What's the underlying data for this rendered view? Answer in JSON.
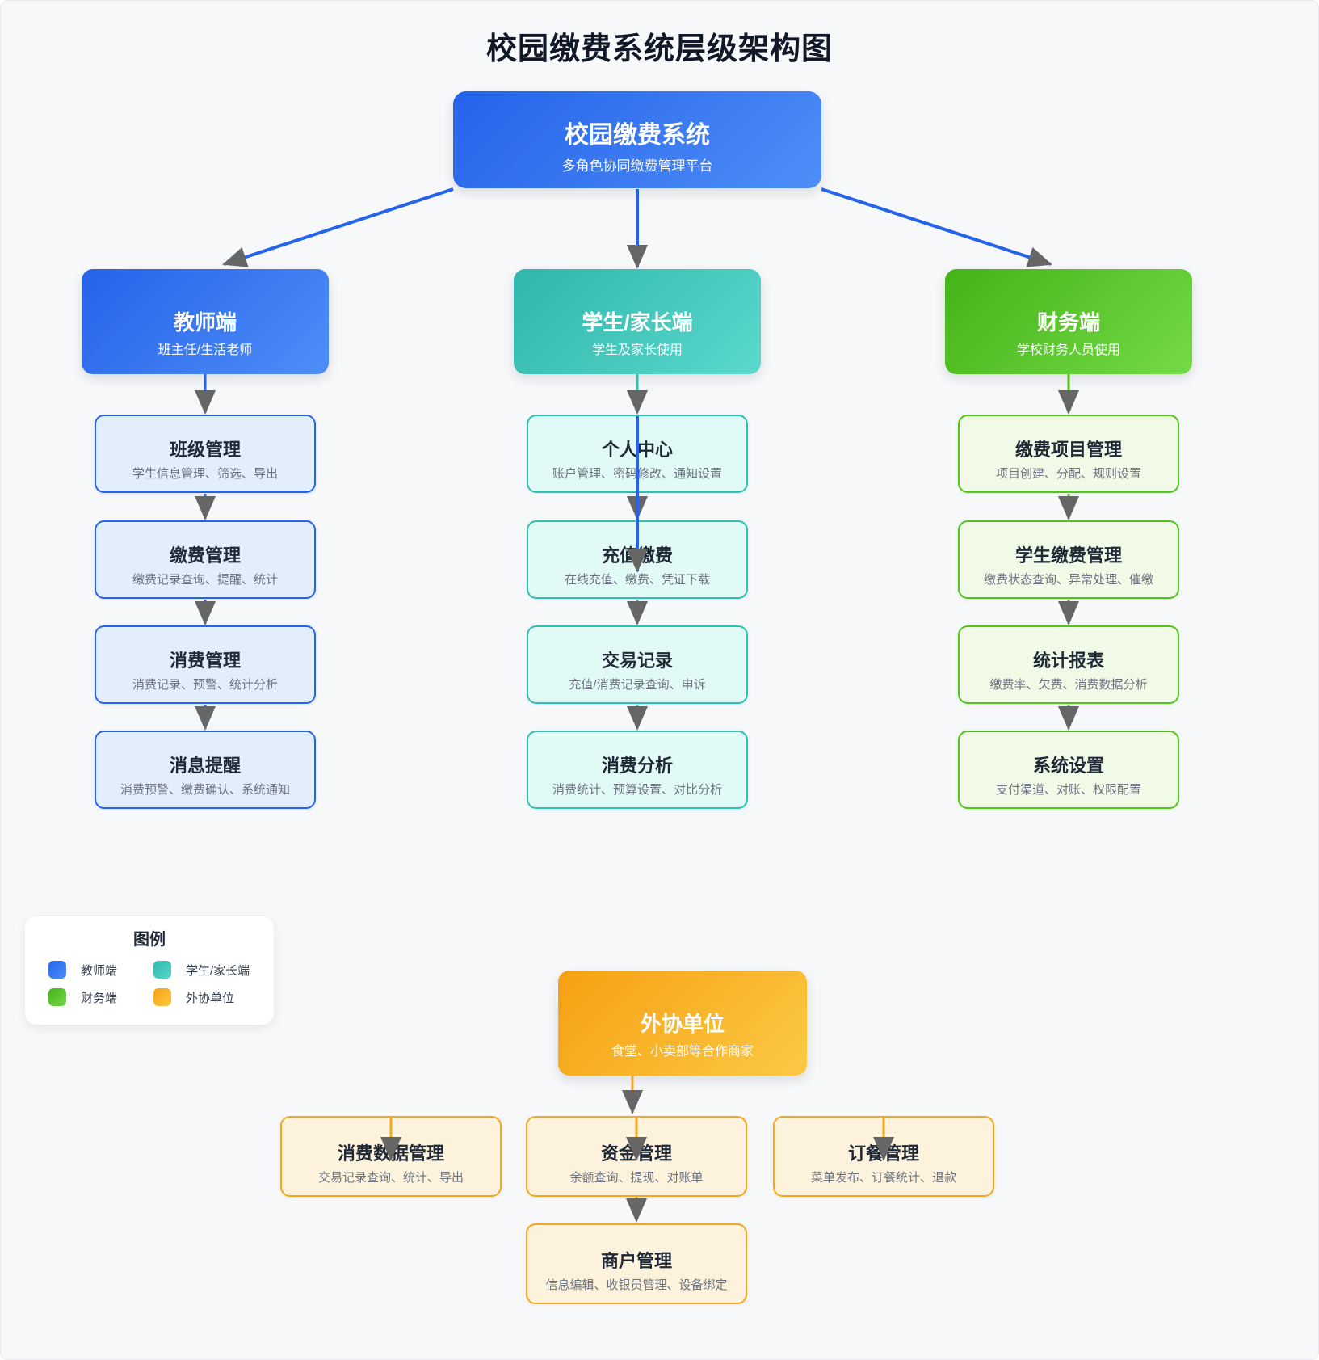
{
  "page": {
    "title": "校园缴费系统层级架构图"
  },
  "root": {
    "title": "校园缴费系统",
    "subtitle": "多角色协同缴费管理平台"
  },
  "palette": {
    "teacher": "#2563eb",
    "student": "#2fbfb3",
    "finance": "#52c41a",
    "partner": "#f5a623",
    "arrow_gray": "#666666",
    "background": "#f7f8fa"
  },
  "columns": [
    {
      "header": {
        "title": "教师端",
        "subtitle": "班主任/生活老师"
      },
      "children": [
        {
          "title": "班级管理",
          "subtitle": "学生信息管理、筛选、导出"
        },
        {
          "title": "缴费管理",
          "subtitle": "缴费记录查询、提醒、统计"
        },
        {
          "title": "消费管理",
          "subtitle": "消费记录、预警、统计分析"
        },
        {
          "title": "消息提醒",
          "subtitle": "消费预警、缴费确认、系统通知"
        }
      ]
    },
    {
      "header": {
        "title": "学生/家长端",
        "subtitle": "学生及家长使用"
      },
      "children": [
        {
          "title": "个人中心",
          "subtitle": "账户管理、密码修改、通知设置"
        },
        {
          "title": "充值缴费",
          "subtitle": "在线充值、缴费、凭证下载"
        },
        {
          "title": "交易记录",
          "subtitle": "充值/消费记录查询、申诉"
        },
        {
          "title": "消费分析",
          "subtitle": "消费统计、预算设置、对比分析"
        }
      ]
    },
    {
      "header": {
        "title": "财务端",
        "subtitle": "学校财务人员使用"
      },
      "children": [
        {
          "title": "缴费项目管理",
          "subtitle": "项目创建、分配、规则设置"
        },
        {
          "title": "学生缴费管理",
          "subtitle": "缴费状态查询、异常处理、催缴"
        },
        {
          "title": "统计报表",
          "subtitle": "缴费率、欠费、消费数据分析"
        },
        {
          "title": "系统设置",
          "subtitle": "支付渠道、对账、权限配置"
        }
      ]
    }
  ],
  "partner": {
    "header": {
      "title": "外协单位",
      "subtitle": "食堂、小卖部等合作商家"
    },
    "children": [
      {
        "title": "消费数据管理",
        "subtitle": "交易记录查询、统计、导出"
      },
      {
        "title": "资金管理",
        "subtitle": "余额查询、提现、对账单"
      },
      {
        "title": "订餐管理",
        "subtitle": "菜单发布、订餐统计、退款"
      }
    ],
    "sub": {
      "title": "商户管理",
      "subtitle": "信息编辑、收银员管理、设备绑定"
    }
  },
  "legend": {
    "title": "图例",
    "items": [
      {
        "label": "教师端",
        "color": "#2563eb"
      },
      {
        "label": "学生/家长端",
        "color": "#3ec6c0"
      },
      {
        "label": "财务端",
        "color": "#52c41a"
      },
      {
        "label": "外协单位",
        "color": "#faad14"
      }
    ]
  }
}
